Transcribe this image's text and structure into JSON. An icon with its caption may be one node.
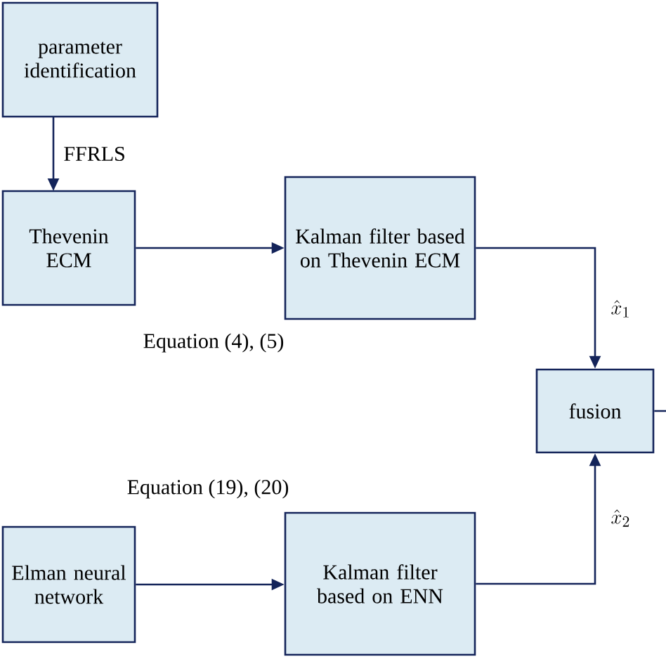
{
  "diagram": {
    "nodes": [
      {
        "text": [
          "parameter identification"
        ]
      },
      {
        "text": [
          "Thevenin ECM"
        ]
      },
      {
        "text": [
          "Kalman filter based on Thevenin ECM"
        ]
      },
      {
        "text": [
          "Elman neural network"
        ]
      },
      {
        "text": [
          "fusion"
        ]
      },
      {
        "text": [
          "Kalman filter based on ENN"
        ]
      }
    ],
    "edges": [
      {
        "from": 0,
        "to": 1,
        "arrow": "to",
        "label": "FFRLS"
      },
      {
        "from": 1,
        "to": 2,
        "arrow": "to"
      },
      {
        "from": 2,
        "to": 4,
        "arrow": "to",
        "label": "\\hat{x}_1"
      },
      {
        "from": 3,
        "to": 5,
        "arrow": "to"
      },
      {
        "from": 5,
        "to": 4,
        "arrow": "to",
        "label": "\\hat{x}_2"
      },
      {
        "from": 4,
        "to": null,
        "arrow": "none"
      }
    ],
    "labels": [
      "Equation (4), (5)",
      "Equation (19), (20)"
    ]
  }
}
